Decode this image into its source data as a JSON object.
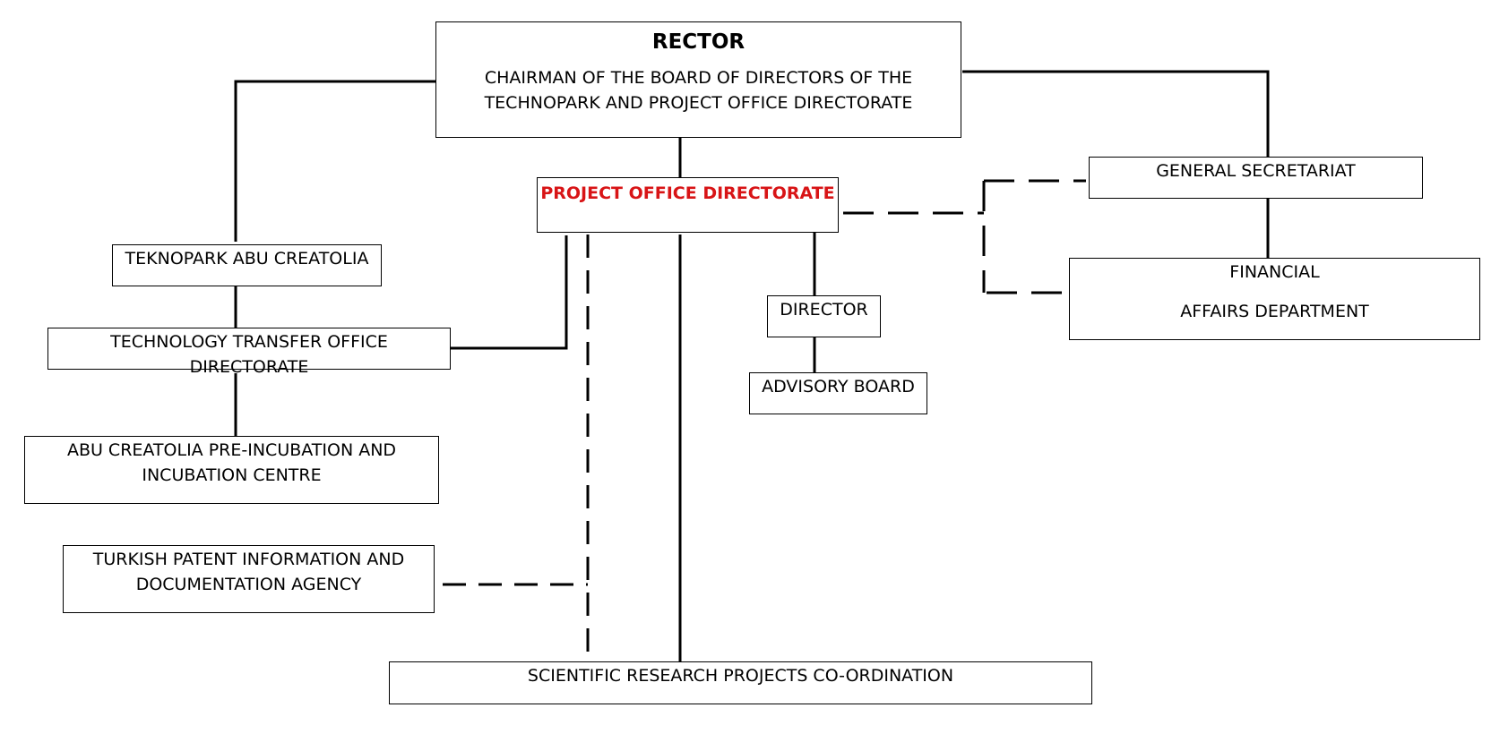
{
  "rector": {
    "title": "RECTOR",
    "line1": "CHAIRMAN OF THE BOARD OF DIRECTORS OF THE",
    "line2": "TECHNOPARK AND PROJECT OFFICE DIRECTORATE"
  },
  "project_office": {
    "title": "PROJECT OFFICE DIRECTORATE",
    "color": "#d81416"
  },
  "general_secretariat": {
    "label": "GENERAL SECRETARIAT"
  },
  "financial_affairs": {
    "line1": "FINANCIAL",
    "line2": "AFFAIRS DEPARTMENT"
  },
  "teknopark": {
    "label": "TEKNOPARK ABU CREATOLIA"
  },
  "tto": {
    "label": "TECHNOLOGY TRANSFER OFFICE DIRECTORATE"
  },
  "director": {
    "label": "DIRECTOR"
  },
  "advisory_board": {
    "label": "ADVISORY BOARD"
  },
  "incubation": {
    "line1": "ABU CREATOLIA PRE-INCUBATION AND",
    "line2": "INCUBATION CENTRE"
  },
  "patent_agency": {
    "line1": "TURKISH PATENT INFORMATION AND",
    "line2": "DOCUMENTATION AGENCY"
  },
  "research_coordination": {
    "label": "SCIENTIFIC RESEARCH PROJECTS CO-ORDINATION"
  }
}
